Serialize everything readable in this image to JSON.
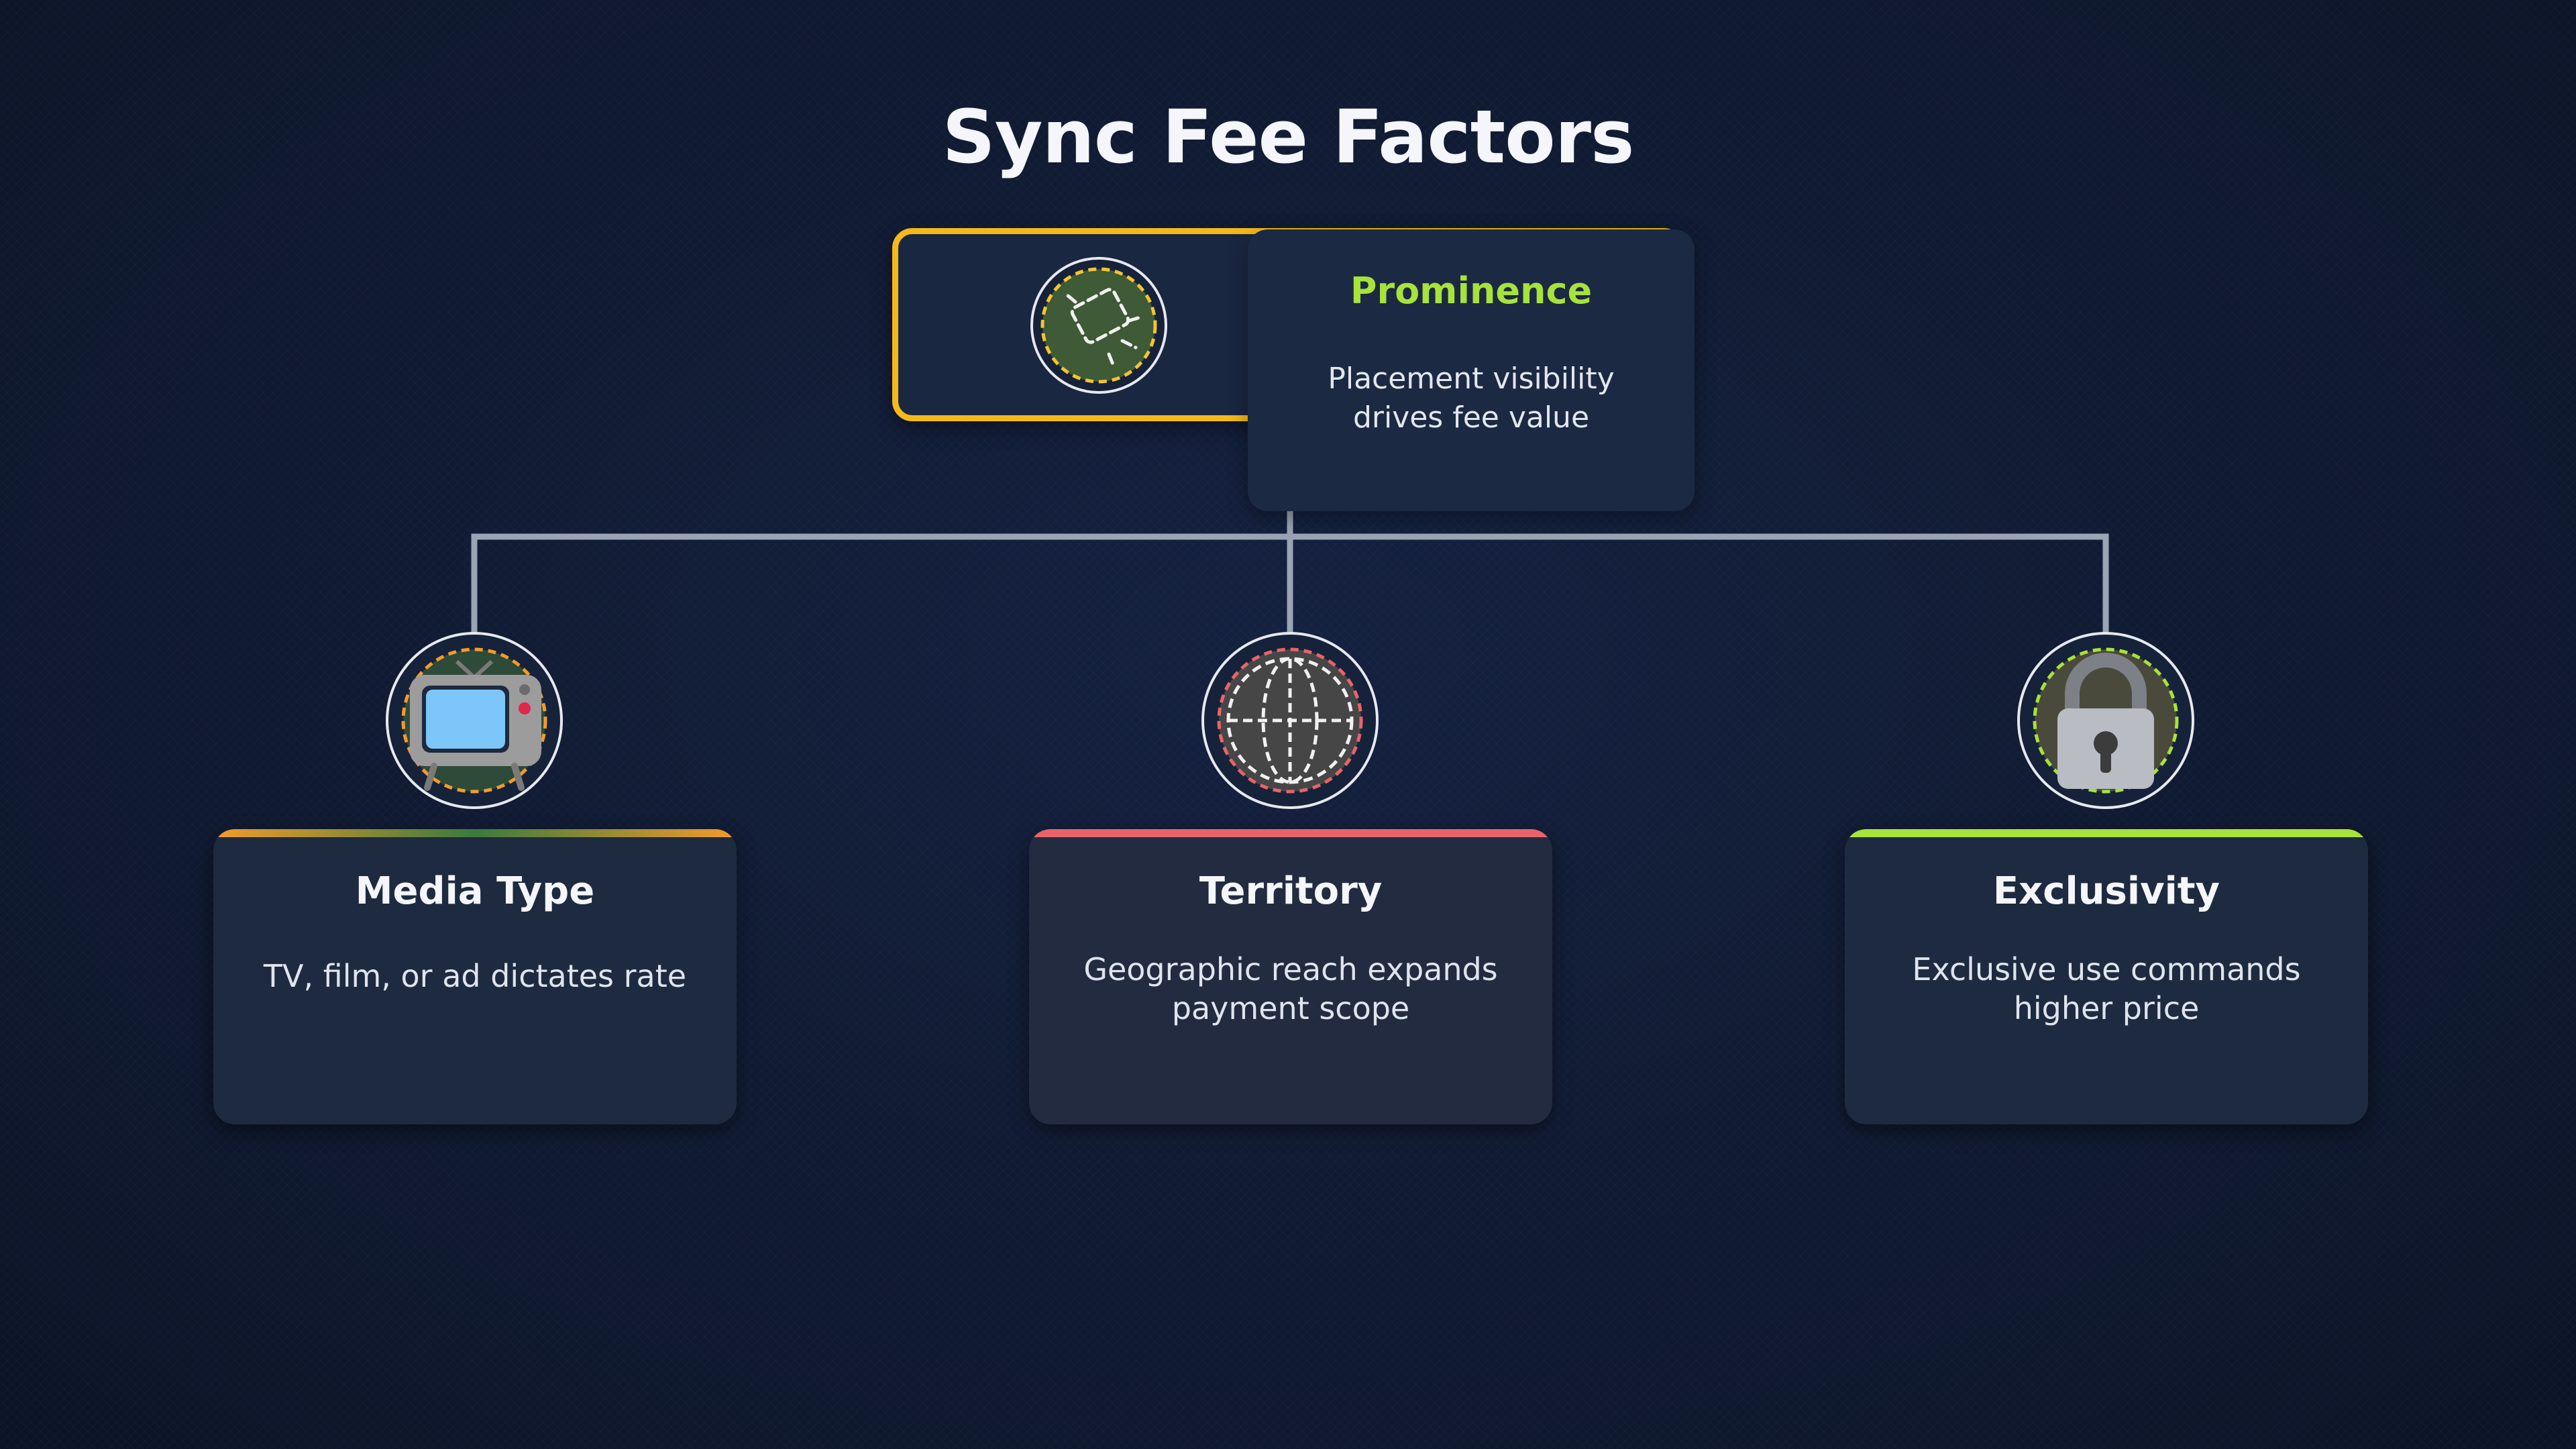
{
  "title": "Sync Fee Factors",
  "root": {
    "title": "Prominence",
    "description": "Placement visibility drives fee value",
    "icon": "film-frame-icon",
    "accent_color": "#f5b81c",
    "title_color": "#a6e33b"
  },
  "children": [
    {
      "title": "Media Type",
      "description": "TV, film, or ad dictates rate",
      "icon": "television-icon",
      "accent_color": "#f29b2c"
    },
    {
      "title": "Territory",
      "description": "Geographic reach expands payment scope",
      "icon": "globe-icon",
      "accent_color": "#e8646a"
    },
    {
      "title": "Exclusivity",
      "description": "Exclusive use commands higher price",
      "icon": "padlock-icon",
      "accent_color": "#a6e33b"
    }
  ],
  "colors": {
    "background": "#0f1930",
    "connector": "#9aa4b5"
  }
}
